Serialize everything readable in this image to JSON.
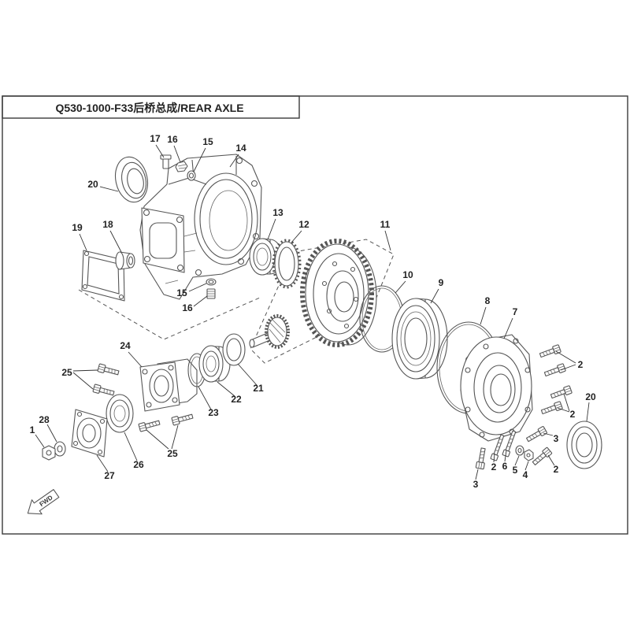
{
  "title": "Q530-1000-F33后桥总成/REAR AXLE",
  "fwd_label": "FWD",
  "callouts": [
    "17",
    "16",
    "15",
    "14",
    "20",
    "13",
    "12",
    "11",
    "19",
    "18",
    "10",
    "9",
    "15",
    "16",
    "8",
    "7",
    "24",
    "2",
    "25",
    "21",
    "22",
    "23",
    "20",
    "2",
    "28",
    "1",
    "3",
    "2",
    "4",
    "5",
    "6",
    "2",
    "3",
    "25",
    "26",
    "27"
  ]
}
